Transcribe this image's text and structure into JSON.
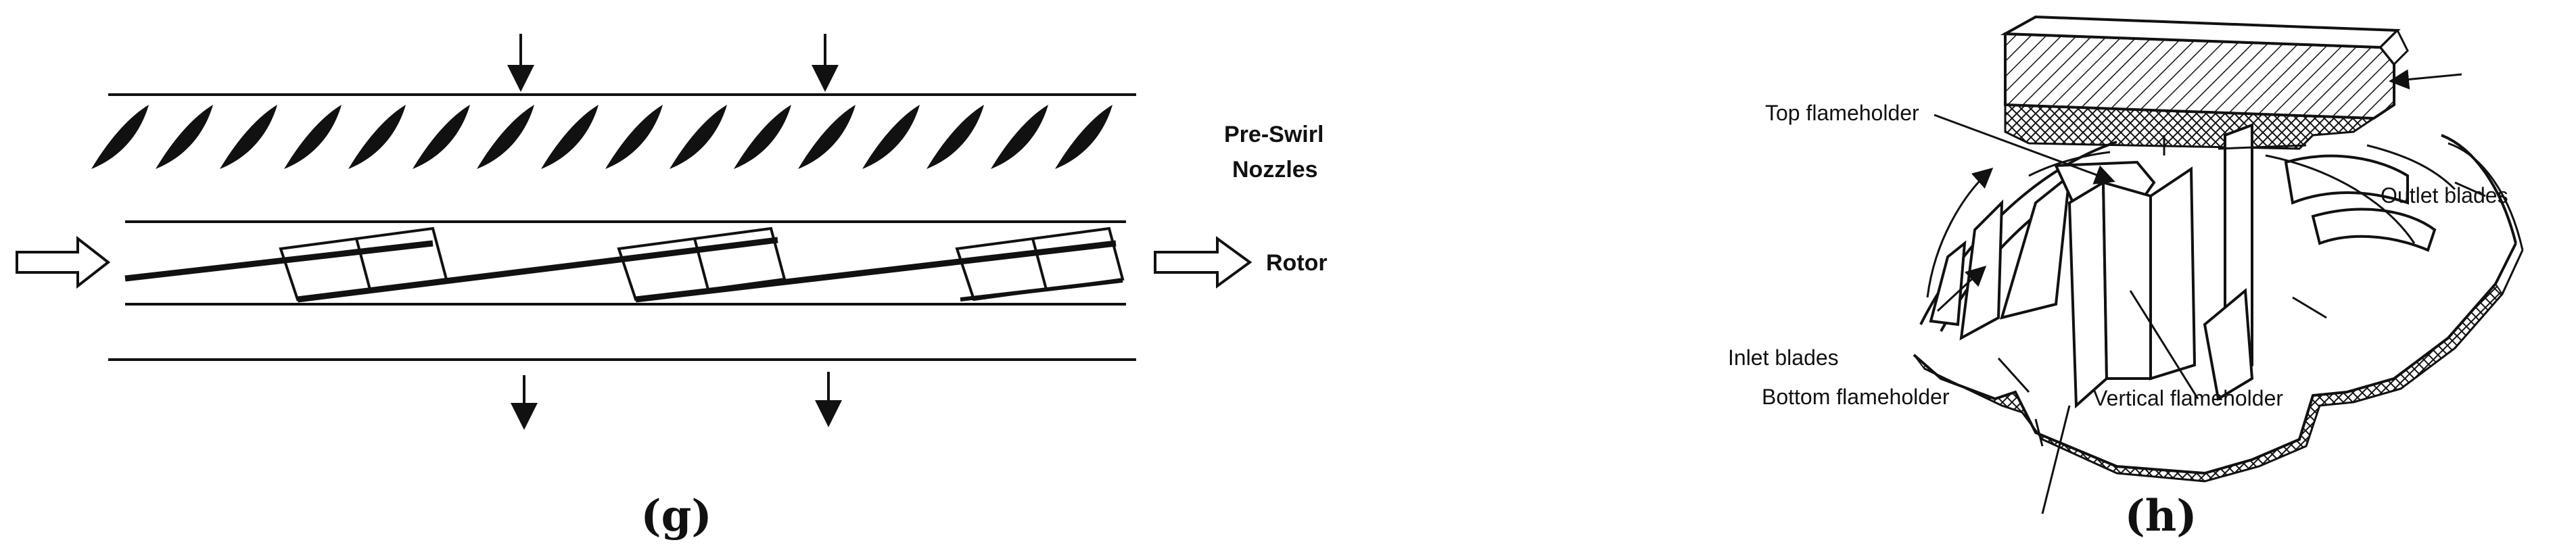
{
  "panel_g": {
    "caption": "(g)",
    "label_nozzles_line1": "Pre-Swirl",
    "label_nozzles_line2": "Nozzles",
    "label_rotor": "Rotor"
  },
  "panel_h": {
    "caption": "(h)",
    "label_top_flameholder": "Top flameholder",
    "label_outlet_blades": "Outlet blades",
    "label_inlet_blades": "Inlet blades",
    "label_bottom_flameholder": "Bottom flameholder",
    "label_vertical_flameholder": "Vertical flameholder"
  },
  "colors": {
    "ink": "#111111",
    "background": "#ffffff"
  }
}
